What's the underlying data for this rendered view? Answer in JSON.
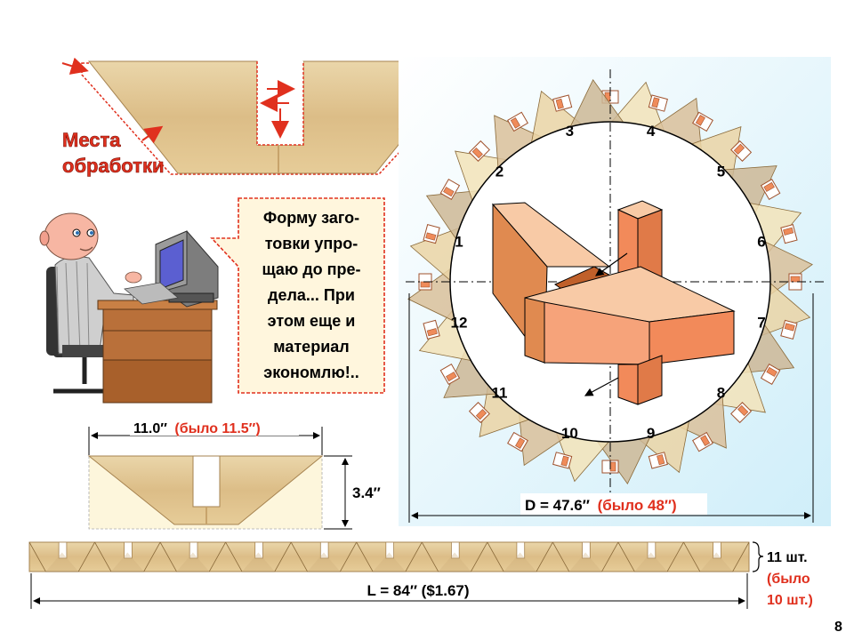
{
  "callout": {
    "title_line1": "Места",
    "title_line2": "обработки"
  },
  "speech": {
    "lines": [
      "Форму заго-",
      "товки упро-",
      "щаю до пре-",
      "дела... При",
      "этом еще и",
      "материал",
      "экономлю!.."
    ]
  },
  "blank": {
    "width_value": "11.0″",
    "width_old": "(было 11.5″)",
    "height_value": "3.4″"
  },
  "ring": {
    "diameter_value": "D = 47.6″",
    "diameter_old": "(было 48″)",
    "segment_numbers": [
      "1",
      "2",
      "3",
      "4",
      "5",
      "6",
      "7",
      "8",
      "9",
      "10",
      "11",
      "12"
    ]
  },
  "strip": {
    "length_label": "L = 84″ ($1.67)",
    "count_value": "11 шт.",
    "count_old_line1": "(было",
    "count_old_line2": "10 шт.)"
  },
  "page": {
    "number": "8"
  },
  "colors": {
    "accent_red": "#e0301e",
    "wood_light": "#e8cf9c",
    "wood_dark": "#c9a36a",
    "ring_bg": "#dff3fb",
    "block_orange": "#f6a37a",
    "block_top": "#f8caa6"
  }
}
